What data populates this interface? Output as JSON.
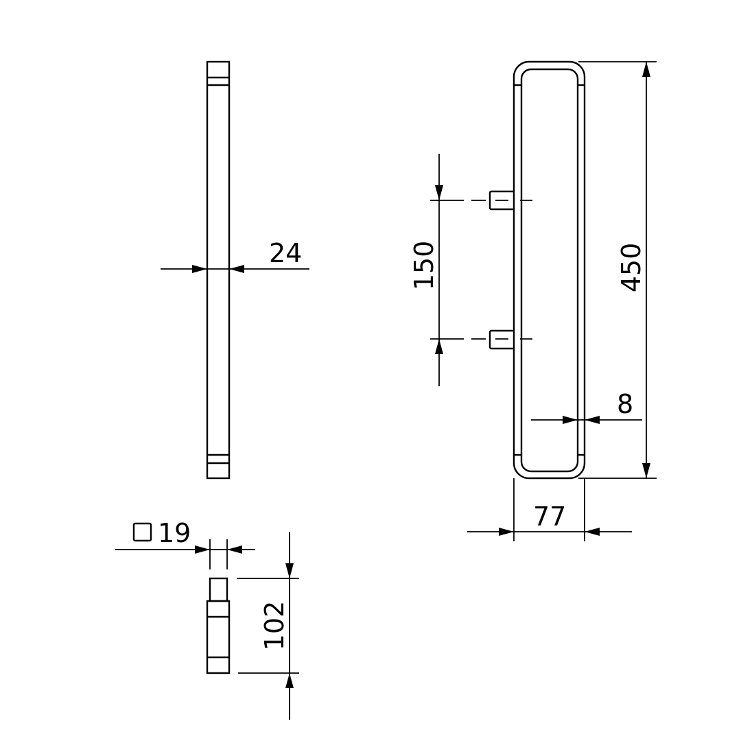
{
  "dimensions": {
    "bar_thickness": "24",
    "square_spindle_size": "19",
    "spindle_length": "102",
    "hole_spacing": "150",
    "handle_length": "450",
    "wall_thickness": "8",
    "handle_depth": "77"
  },
  "symbols": {
    "square": "square-section-icon"
  },
  "colors": {
    "line": "#000000",
    "background": "#ffffff"
  }
}
